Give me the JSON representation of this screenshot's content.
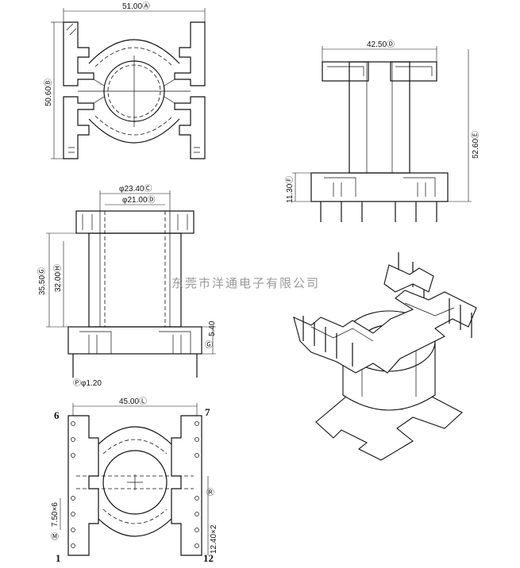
{
  "dimensions": {
    "top_width": "51.00Ⓐ",
    "top_height": "50.60Ⓑ",
    "side_width": "42.50Ⓓ",
    "side_height": "52.60Ⓔ",
    "side_base": "11.30Ⓕ",
    "outer_dia": "φ23.40Ⓒ",
    "inner_dia": "φ21.00Ⓓ",
    "front_height": "35.50Ⓖ",
    "front_inner": "32.00Ⓗ",
    "front_base": "5.40",
    "base_mark": "Ⓖ",
    "pin_dia": "Ⓟφ1.20",
    "bottom_width": "45.00Ⓛ",
    "pin_pitch_left": "7.50×6",
    "pin_pitch_right": "12.40×2",
    "mark_m": "Ⓜ",
    "mark_r": "Ⓡ"
  },
  "pins": {
    "pin6": "6",
    "pin7": "7",
    "pin1": "1",
    "pin12": "12"
  },
  "watermark": "东莞市洋通电子有限公司"
}
